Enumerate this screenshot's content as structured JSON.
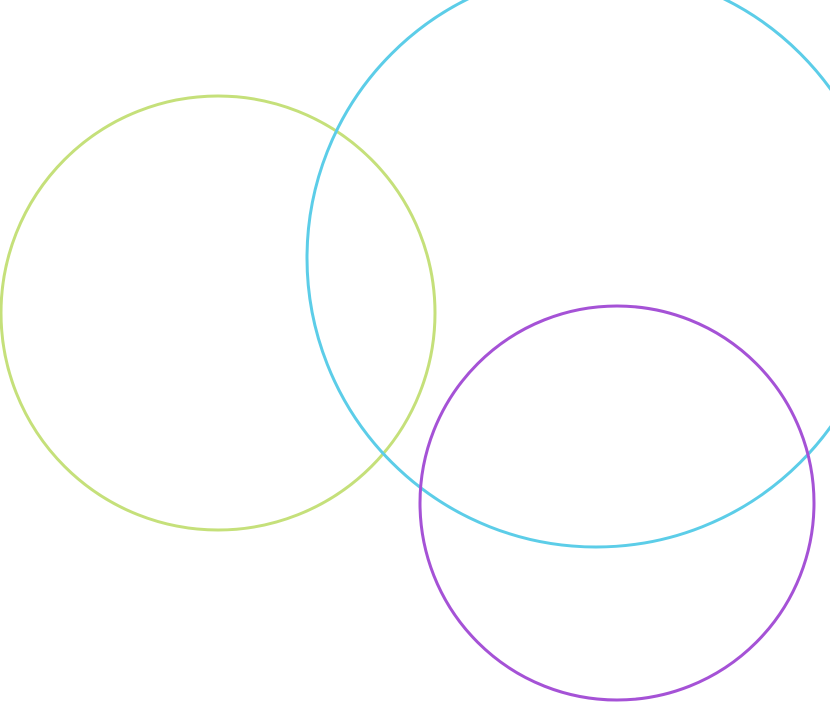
{
  "diagram": {
    "background_color": "#ffffff",
    "shapes": [
      {
        "kind": "circle",
        "stroke_color": "#c5e07a"
      },
      {
        "kind": "circle",
        "stroke_color": "#5ccde8"
      },
      {
        "kind": "circle",
        "stroke_color": "#a552d6"
      }
    ]
  }
}
